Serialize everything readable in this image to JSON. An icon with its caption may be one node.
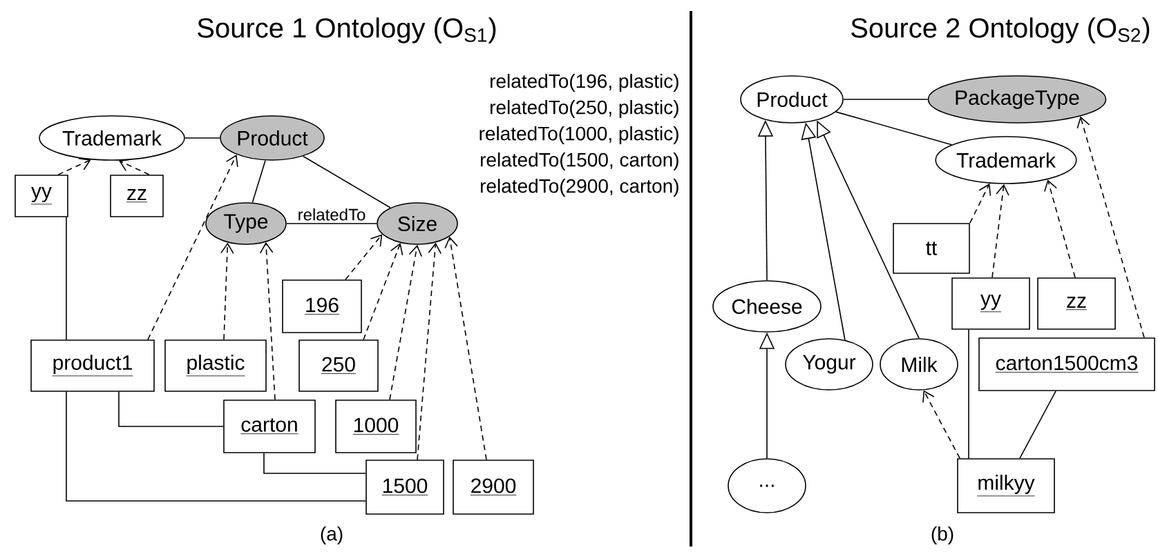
{
  "diagram": {
    "nodes": [
      {
        "text": [
          "Trademark"
        ]
      },
      {
        "text": [
          "Product"
        ]
      },
      {
        "text": [
          "yy"
        ]
      },
      {
        "text": [
          "zz"
        ]
      },
      {
        "text": [
          "Type"
        ]
      },
      {
        "text": [
          "Size"
        ]
      },
      {
        "text": [
          "196"
        ]
      },
      {
        "text": [
          "product1"
        ]
      },
      {
        "text": [
          "plastic"
        ]
      },
      {
        "text": [
          "250"
        ]
      },
      {
        "text": [
          "carton"
        ]
      },
      {
        "text": [
          "1000"
        ]
      },
      {
        "text": [
          "1500"
        ]
      },
      {
        "text": [
          "2900"
        ]
      },
      {
        "text": [
          "Product"
        ]
      },
      {
        "text": [
          "PackageType"
        ]
      },
      {
        "text": [
          "Trademark"
        ]
      },
      {
        "text": [
          "tt"
        ]
      },
      {
        "text": [
          "Cheese"
        ]
      },
      {
        "text": [
          "yy"
        ]
      },
      {
        "text": [
          "zz"
        ]
      },
      {
        "text": [
          "Yogur"
        ]
      },
      {
        "text": [
          "Milk"
        ]
      },
      {
        "text": [
          "carton1500cm3"
        ]
      },
      {
        "text": [
          "..."
        ]
      },
      {
        "text": [
          "milkyy"
        ]
      }
    ],
    "edges": [
      {
        "from": 0,
        "to": 1,
        "arrow": "none"
      },
      {
        "from": 1,
        "to": 4,
        "arrow": "none"
      },
      {
        "from": 1,
        "to": 5,
        "arrow": "none"
      },
      {
        "from": 4,
        "to": 5,
        "arrow": "none",
        "label": "relatedTo"
      },
      {
        "from": 2,
        "to": 0,
        "arrow": "to",
        "style": "dashed"
      },
      {
        "from": 3,
        "to": 0,
        "arrow": "to",
        "style": "dashed"
      },
      {
        "from": 7,
        "to": 1,
        "arrow": "to",
        "style": "dashed"
      },
      {
        "from": 8,
        "to": 4,
        "arrow": "to",
        "style": "dashed"
      },
      {
        "from": 10,
        "to": 4,
        "arrow": "to",
        "style": "dashed"
      },
      {
        "from": 6,
        "to": 5,
        "arrow": "to",
        "style": "dashed"
      },
      {
        "from": 9,
        "to": 5,
        "arrow": "to",
        "style": "dashed"
      },
      {
        "from": 11,
        "to": 5,
        "arrow": "to",
        "style": "dashed"
      },
      {
        "from": 12,
        "to": 5,
        "arrow": "to",
        "style": "dashed"
      },
      {
        "from": 13,
        "to": 5,
        "arrow": "to",
        "style": "dashed"
      },
      {
        "from": 2,
        "to": 7,
        "arrow": "none"
      },
      {
        "from": 7,
        "to": 10,
        "arrow": "none"
      },
      {
        "from": 7,
        "to": 12,
        "arrow": "none"
      },
      {
        "from": 10,
        "to": 12,
        "arrow": "none"
      },
      {
        "from": 14,
        "to": 15,
        "arrow": "none"
      },
      {
        "from": 14,
        "to": 16,
        "arrow": "none"
      },
      {
        "from": 18,
        "to": 14,
        "arrow": "to"
      },
      {
        "from": 21,
        "to": 14,
        "arrow": "to"
      },
      {
        "from": 22,
        "to": 14,
        "arrow": "to"
      },
      {
        "from": 24,
        "to": 18,
        "arrow": "to"
      },
      {
        "from": 17,
        "to": 16,
        "arrow": "to",
        "style": "dashed"
      },
      {
        "from": 19,
        "to": 16,
        "arrow": "to",
        "style": "dashed"
      },
      {
        "from": 20,
        "to": 16,
        "arrow": "to",
        "style": "dashed"
      },
      {
        "from": 23,
        "to": 15,
        "arrow": "to",
        "style": "dashed"
      },
      {
        "from": 25,
        "to": 22,
        "arrow": "to",
        "style": "dashed"
      },
      {
        "from": 19,
        "to": 25,
        "arrow": "none"
      },
      {
        "from": 23,
        "to": 25,
        "arrow": "none"
      }
    ],
    "labels": [
      "Source 1 Ontology (O$_{S1}$)",
      "relatedTo(196, plastic)",
      "relatedTo(250, plastic)",
      "relatedTo(1000, plastic)",
      "relatedTo(1500, carton)",
      "relatedTo(2900, carton)",
      "(a)",
      "Source 2 Ontology (O$_{S2}$)",
      "(b)"
    ]
  }
}
